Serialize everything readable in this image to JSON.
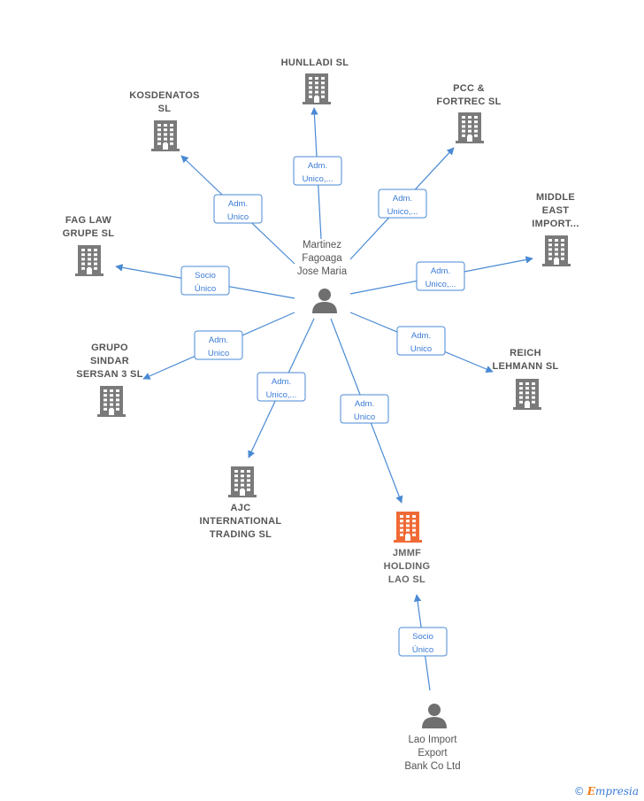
{
  "diagram": {
    "center_person": {
      "label": [
        "Martinez",
        "Fagoaga",
        "Jose Maria"
      ]
    },
    "bottom_person": {
      "label": [
        "Lao Import",
        "Export",
        "Bank Co Ltd"
      ]
    },
    "companies": [
      {
        "id": "hunlladi",
        "label": [
          "HUNLLADI  SL"
        ],
        "highlight": false
      },
      {
        "id": "kosdenatos",
        "label": [
          "KOSDENATOS",
          "SL"
        ],
        "highlight": false
      },
      {
        "id": "pcc",
        "label": [
          "PCC &",
          "FORTREC  SL"
        ],
        "highlight": false
      },
      {
        "id": "fag",
        "label": [
          "FAG LAW",
          "GRUPE  SL"
        ],
        "highlight": false
      },
      {
        "id": "middle",
        "label": [
          "MIDDLE",
          "EAST",
          "IMPORT..."
        ],
        "highlight": false
      },
      {
        "id": "grupo",
        "label": [
          "GRUPO",
          "SINDAR",
          "SERSAN 3  SL"
        ],
        "highlight": false
      },
      {
        "id": "reich",
        "label": [
          "REICH",
          "LEHMANN  SL"
        ],
        "highlight": false
      },
      {
        "id": "ajc",
        "label": [
          "AJC",
          "INTERNATIONAL",
          "TRADING  SL"
        ],
        "highlight": false
      },
      {
        "id": "jmmf",
        "label": [
          "JMMF",
          "HOLDING",
          "LAO  SL"
        ],
        "highlight": true
      }
    ],
    "edges": [
      {
        "to": "hunlladi",
        "label": [
          "Adm.",
          "Unico,..."
        ]
      },
      {
        "to": "kosdenatos",
        "label": [
          "Adm.",
          "Unico"
        ]
      },
      {
        "to": "pcc",
        "label": [
          "Adm.",
          "Unico,..."
        ]
      },
      {
        "to": "fag",
        "label": [
          "Socio",
          "Único"
        ]
      },
      {
        "to": "middle",
        "label": [
          "Adm.",
          "Unico,..."
        ]
      },
      {
        "to": "grupo",
        "label": [
          "Adm.",
          "Unico"
        ]
      },
      {
        "to": "reich",
        "label": [
          "Adm.",
          "Unico"
        ]
      },
      {
        "to": "ajc",
        "label": [
          "Adm.",
          "Unico,..."
        ]
      },
      {
        "to": "jmmf",
        "label": [
          "Adm.",
          "Unico"
        ]
      },
      {
        "from": "bottom_person",
        "to": "jmmf",
        "label": [
          "Socio",
          "Único"
        ]
      }
    ],
    "colors": {
      "edge": "#4a8ad4",
      "building": "#7a7a7a",
      "building_highlight": "#f06a35",
      "person": "#6f6f6f"
    }
  },
  "footer": {
    "copyright": "©",
    "brand_initial": "E",
    "brand_rest": "mpresia"
  }
}
